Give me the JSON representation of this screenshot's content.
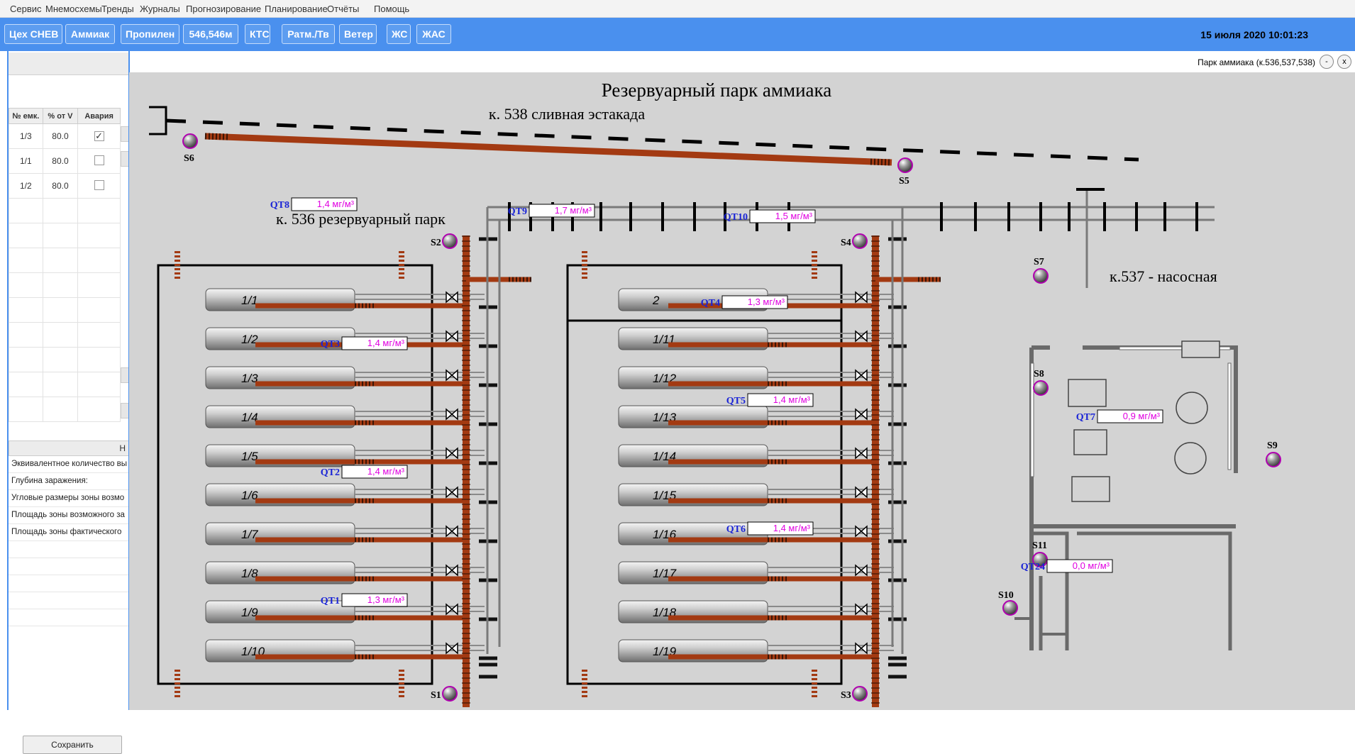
{
  "menu": [
    "Сервис",
    "Мнемосхемы",
    "Тренды",
    "Журналы",
    "Прогнозирование",
    "Планирование",
    "Отчёты",
    "Помощь"
  ],
  "toolbar": {
    "buttons": [
      "Цех CHEB",
      "Аммиак",
      "Пропилен",
      "546,546м",
      "КТС",
      "Ратм./Тв",
      "Ветер",
      "ЖС",
      "ЖАС"
    ],
    "datetime": "15 июля 2020 10:01:23"
  },
  "window": {
    "title": "Парк аммиака (к.536,537,538)",
    "minimize": "-",
    "close": "x"
  },
  "left_panel": {
    "table": {
      "headers": [
        "№ емк.",
        "% от V",
        "Авария"
      ],
      "rows": [
        {
          "id": "1/3",
          "percent": "80.0",
          "alarm": "✓"
        },
        {
          "id": "1/1",
          "percent": "80.0",
          "alarm": ""
        },
        {
          "id": "1/2",
          "percent": "80.0",
          "alarm": ""
        }
      ]
    },
    "calc_header": "Н",
    "calc_rows": [
      "Эквивалентное количество вы",
      "Глубина заражения:",
      "Угловые размеры зоны возмо",
      "Площадь зоны возможного за",
      "Площадь зоны фактического"
    ],
    "save_label": "Сохранить"
  },
  "scheme": {
    "title": "Резервуарный парк аммиака",
    "section_538": "к. 538 сливная эстакада",
    "section_536": "к. 536 резервуарный парк",
    "section_537": "к.537 - насосная",
    "tanks_left": [
      "1/1",
      "1/2",
      "1/3",
      "1/4",
      "1/5",
      "1/6",
      "1/7",
      "1/8",
      "1/9",
      "1/10"
    ],
    "tanks_right": [
      "2",
      "1/11",
      "1/12",
      "1/13",
      "1/14",
      "1/15",
      "1/16",
      "1/17",
      "1/18",
      "1/19"
    ],
    "sensors": [
      "S1",
      "S2",
      "S3",
      "S4",
      "S5",
      "S6",
      "S7",
      "S8",
      "S9",
      "S10",
      "S11"
    ],
    "readings": {
      "QT1": "1,3 мг/м³",
      "QT2": "1,4 мг/м³",
      "QT3": "1,4 мг/м³",
      "QT4": "1,3 мг/м³",
      "QT5": "1,4 мг/м³",
      "QT6": "1,4 мг/м³",
      "QT7": "0,9 мг/м³",
      "QT8": "1,4 мг/м³",
      "QT9": "1,7 мг/м³",
      "QT10": "1,5 мг/м³",
      "QT24": "0,0 мг/м³"
    }
  },
  "colors": {
    "toolbar": "#4a90ee",
    "pipe": "#a33a12",
    "reading": "#e000e0",
    "tag": "#1a24d6",
    "scheme_bg": "#d3d3d3"
  }
}
